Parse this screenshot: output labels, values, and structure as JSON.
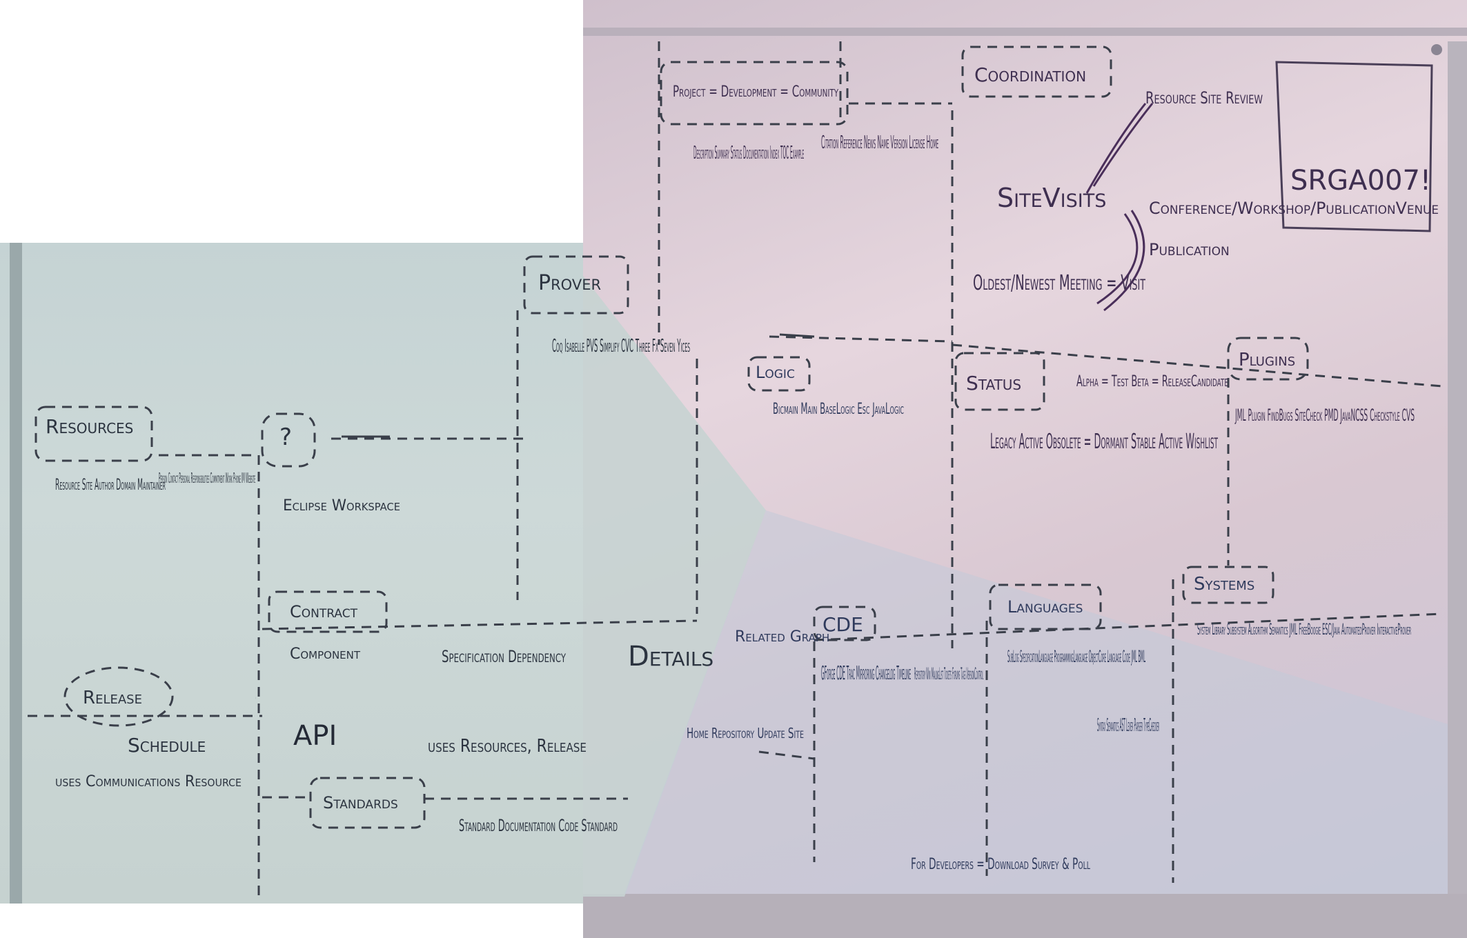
{
  "scene": {
    "description": "Two overlapping photos of a whiteboard covered in hand-drawn dashed boxes and handwritten labels",
    "colors": {
      "board_left": "#c9d6d6",
      "board_right": "#ddcdd7",
      "ink_dark": "#2c3440",
      "ink_purple": "#4a2f5a",
      "ink_blue": "#2f3a5c"
    }
  },
  "labels": [
    {
      "id": "resources",
      "text": "Resources"
    },
    {
      "id": "res-list",
      "text": "Resource Site Author Domain Maintainer"
    },
    {
      "id": "person",
      "text": "Person Contact Personal Responsibilities Commitment Work Phone IM Website"
    },
    {
      "id": "q",
      "text": "?"
    },
    {
      "id": "eclipse",
      "text": "Eclipse Workspace"
    },
    {
      "id": "prover",
      "text": "Prover"
    },
    {
      "id": "provers",
      "text": "Coq Isabelle PVS Simplify CVC Three Fx Seven Yices"
    },
    {
      "id": "release",
      "text": "Release"
    },
    {
      "id": "schedule",
      "text": "Schedule"
    },
    {
      "id": "uses-comm",
      "text": "uses Communications Resource"
    },
    {
      "id": "contract",
      "text": "Contract"
    },
    {
      "id": "component",
      "text": "Component"
    },
    {
      "id": "spec-dep",
      "text": "Specification Dependency"
    },
    {
      "id": "details",
      "text": "Details"
    },
    {
      "id": "api",
      "text": "API"
    },
    {
      "id": "uses-res",
      "text": "uses Resources, Release"
    },
    {
      "id": "standards",
      "text": "Standards"
    },
    {
      "id": "std-list",
      "text": "Standard Documentation Code Standard"
    },
    {
      "id": "project",
      "text": "Project = Development = Community"
    },
    {
      "id": "proj-list",
      "text": "Description Summary Status Documentation Index TOC Example"
    },
    {
      "id": "proj-list2",
      "text": "Citation Reference News Name Version License Home"
    },
    {
      "id": "coordination",
      "text": "Coordination"
    },
    {
      "id": "resource-site-review",
      "text": "Resource Site Review"
    },
    {
      "id": "sitevisits",
      "text": "SiteVisits"
    },
    {
      "id": "conference",
      "text": "Conference/Workshop/PublicationVenue"
    },
    {
      "id": "publication",
      "text": "Publication"
    },
    {
      "id": "oldest",
      "text": "Oldest/Newest Meeting = Visit"
    },
    {
      "id": "srga",
      "text": "SRGA007!"
    },
    {
      "id": "logic",
      "text": "Logic"
    },
    {
      "id": "logic-list",
      "text": "Bicmain Main BaseLogic Esc JavaLogic"
    },
    {
      "id": "status",
      "text": "Status"
    },
    {
      "id": "alpha",
      "text": "Alpha = Test Beta = ReleaseCandidate"
    },
    {
      "id": "legacy",
      "text": "Legacy Active Obsolete = Dormant Stable Active Wishlist"
    },
    {
      "id": "plugins",
      "text": "Plugins"
    },
    {
      "id": "jml-plugin",
      "text": "JML Plugin FindBugs SiteCheck PMD JavaNCSS Checkstyle CVS"
    },
    {
      "id": "related",
      "text": "Related Graph"
    },
    {
      "id": "cde",
      "text": "CDE"
    },
    {
      "id": "cde-list",
      "text": "GForge CDE Trac Mirroring Changelog Timeline"
    },
    {
      "id": "repo-list",
      "text": "Repository Wiki MailingList Tickets Forums Tags VersionControl"
    },
    {
      "id": "home",
      "text": "Home Repository Update Site"
    },
    {
      "id": "fordev",
      "text": "For Developers = Download Survey & Poll"
    },
    {
      "id": "languages",
      "text": "Languages"
    },
    {
      "id": "lang-list",
      "text": "SubLog SpecificationLanguage ProgrammingLanguage ObjectCore Language Code JML BML"
    },
    {
      "id": "syntax",
      "text": "Syntax Semantics AST Lexer Parser TypeChecker"
    },
    {
      "id": "systems",
      "text": "Systems"
    },
    {
      "id": "sys-list",
      "text": "System Library Subsystem Algorithm Semantics JML FreeBoogie ESC/Java AutomatedProver InteractiveProver"
    }
  ]
}
